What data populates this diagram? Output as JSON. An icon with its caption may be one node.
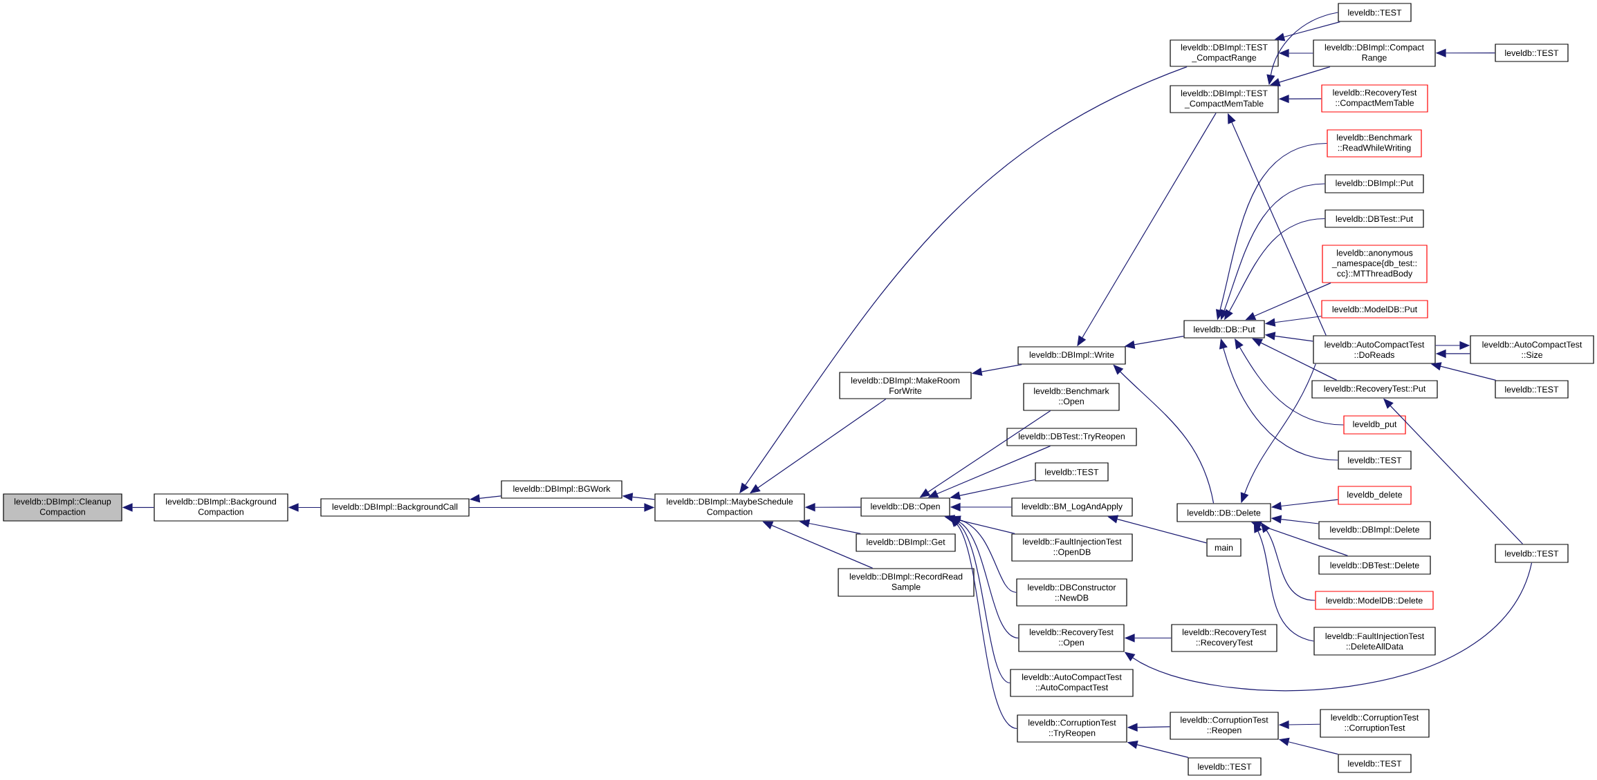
{
  "diagram": {
    "nodes": [
      {
        "text": [
          "leveldb::DBImpl::Cleanup Compaction"
        ]
      },
      {
        "text": [
          "leveldb::DBImpl::Background Compaction"
        ]
      },
      {
        "text": [
          "leveldb::DBImpl::BackgroundCall"
        ]
      },
      {
        "text": [
          "leveldb::DBImpl::BGWork"
        ]
      },
      {
        "text": [
          "leveldb::DBImpl::MaybeSchedule Compaction"
        ]
      },
      {
        "text": [
          "leveldb::DBImpl::TEST _CompactRange"
        ]
      },
      {
        "text": [
          "leveldb::DBImpl::TEST _CompactMemTable"
        ]
      },
      {
        "text": [
          "leveldb::TEST"
        ]
      },
      {
        "text": [
          "leveldb::DBImpl::Compact Range"
        ]
      },
      {
        "text": [
          "leveldb::TEST"
        ]
      },
      {
        "text": [
          "leveldb::RecoveryTest ::CompactMemTable"
        ]
      },
      {
        "text": [
          "leveldb::Benchmark ::ReadWhileWriting"
        ]
      },
      {
        "text": [
          "leveldb::DBImpl::Put"
        ]
      },
      {
        "text": [
          "leveldb::DBTest::Put"
        ]
      },
      {
        "text": [
          "leveldb::anonymous _namespace{db_test:: cc}::MTThreadBody"
        ]
      },
      {
        "text": [
          "leveldb::ModelDB::Put"
        ]
      },
      {
        "text": [
          "leveldb::DB::Put"
        ]
      },
      {
        "text": [
          "leveldb::DBImpl::Write"
        ]
      },
      {
        "text": [
          "leveldb::DBImpl::MakeRoom ForWrite"
        ]
      },
      {
        "text": [
          "leveldb::AutoCompactTest ::DoReads"
        ]
      },
      {
        "text": [
          "leveldb::AutoCompactTest ::Size"
        ]
      },
      {
        "text": [
          "leveldb::RecoveryTest::Put"
        ]
      },
      {
        "text": [
          "leveldb::TEST"
        ]
      },
      {
        "text": [
          "leveldb::Benchmark ::Open"
        ]
      },
      {
        "text": [
          "leveldb::DBTest::TryReopen"
        ]
      },
      {
        "text": [
          "leveldb::TEST"
        ]
      },
      {
        "text": [
          "leveldb::DB::Open"
        ]
      },
      {
        "text": [
          "leveldb::BM_LogAndApply"
        ]
      },
      {
        "text": [
          "leveldb::DBImpl::Get"
        ]
      },
      {
        "text": [
          "leveldb::DBImpl::RecordRead Sample"
        ]
      },
      {
        "text": [
          "leveldb::FaultInjectionTest ::OpenDB"
        ]
      },
      {
        "text": [
          "leveldb::DBConstructor ::NewDB"
        ]
      },
      {
        "text": [
          "leveldb::RecoveryTest ::Open"
        ]
      },
      {
        "text": [
          "leveldb::AutoCompactTest ::AutoCompactTest"
        ]
      },
      {
        "text": [
          "leveldb::CorruptionTest ::TryReopen"
        ]
      },
      {
        "text": [
          "leveldb::TEST"
        ]
      },
      {
        "text": [
          "main"
        ]
      },
      {
        "text": [
          "leveldb::DB::Delete"
        ]
      },
      {
        "text": [
          "leveldb::RecoveryTest ::RecoveryTest"
        ]
      },
      {
        "text": [
          "leveldb::CorruptionTest ::Reopen"
        ]
      },
      {
        "text": [
          "leveldb_put"
        ]
      },
      {
        "text": [
          "leveldb::TEST"
        ]
      },
      {
        "text": [
          "leveldb_delete"
        ]
      },
      {
        "text": [
          "leveldb::DBImpl::Delete"
        ]
      },
      {
        "text": [
          "leveldb::DBTest::Delete"
        ]
      },
      {
        "text": [
          "leveldb::ModelDB::Delete"
        ]
      },
      {
        "text": [
          "leveldb::FaultInjectionTest ::DeleteAllData"
        ]
      },
      {
        "text": [
          "leveldb::CorruptionTest ::CorruptionTest"
        ]
      },
      {
        "text": [
          "leveldb::TEST"
        ]
      },
      {
        "text": [
          "leveldb::TEST"
        ]
      }
    ],
    "edges": [
      {
        "from": 1,
        "to": 0,
        "arrow": "to"
      },
      {
        "from": 2,
        "to": 1,
        "arrow": "to"
      },
      {
        "from": 3,
        "to": 2,
        "arrow": "to"
      },
      {
        "from": 4,
        "to": 3,
        "arrow": "to"
      },
      {
        "from": 2,
        "to": 4,
        "arrow": "to"
      },
      {
        "from": 5,
        "to": 4,
        "arrow": "to"
      },
      {
        "from": 18,
        "to": 4,
        "arrow": "to"
      },
      {
        "from": 26,
        "to": 4,
        "arrow": "to"
      },
      {
        "from": 28,
        "to": 4,
        "arrow": "to"
      },
      {
        "from": 29,
        "to": 4,
        "arrow": "to"
      },
      {
        "from": 7,
        "to": 5,
        "arrow": "to"
      },
      {
        "from": 8,
        "to": 5,
        "arrow": "to"
      },
      {
        "from": 7,
        "to": 6,
        "arrow": "to"
      },
      {
        "from": 8,
        "to": 6,
        "arrow": "to"
      },
      {
        "from": 10,
        "to": 6,
        "arrow": "to"
      },
      {
        "from": 19,
        "to": 6,
        "arrow": "to"
      },
      {
        "from": 9,
        "to": 8,
        "arrow": "to"
      },
      {
        "from": 17,
        "to": 18,
        "arrow": "to"
      },
      {
        "from": 6,
        "to": 17,
        "arrow": "to"
      },
      {
        "from": 16,
        "to": 17,
        "arrow": "to"
      },
      {
        "from": 37,
        "to": 17,
        "arrow": "to"
      },
      {
        "from": 11,
        "to": 16,
        "arrow": "to"
      },
      {
        "from": 12,
        "to": 16,
        "arrow": "to"
      },
      {
        "from": 13,
        "to": 16,
        "arrow": "to"
      },
      {
        "from": 14,
        "to": 16,
        "arrow": "to"
      },
      {
        "from": 15,
        "to": 16,
        "arrow": "to"
      },
      {
        "from": 19,
        "to": 16,
        "arrow": "to"
      },
      {
        "from": 21,
        "to": 16,
        "arrow": "to"
      },
      {
        "from": 40,
        "to": 16,
        "arrow": "to"
      },
      {
        "from": 41,
        "to": 16,
        "arrow": "to"
      },
      {
        "from": 19,
        "to": 20,
        "arrow": "to"
      },
      {
        "from": 20,
        "to": 19,
        "arrow": "to"
      },
      {
        "from": 22,
        "to": 19,
        "arrow": "to"
      },
      {
        "from": 49,
        "to": 21,
        "arrow": "to"
      },
      {
        "from": 49,
        "to": 32,
        "arrow": "to"
      },
      {
        "from": 19,
        "to": 37,
        "arrow": "to"
      },
      {
        "from": 42,
        "to": 37,
        "arrow": "to"
      },
      {
        "from": 43,
        "to": 37,
        "arrow": "to"
      },
      {
        "from": 44,
        "to": 37,
        "arrow": "to"
      },
      {
        "from": 45,
        "to": 37,
        "arrow": "to"
      },
      {
        "from": 46,
        "to": 37,
        "arrow": "to"
      },
      {
        "from": 23,
        "to": 26,
        "arrow": "to"
      },
      {
        "from": 24,
        "to": 26,
        "arrow": "to"
      },
      {
        "from": 25,
        "to": 26,
        "arrow": "to"
      },
      {
        "from": 27,
        "to": 26,
        "arrow": "to"
      },
      {
        "from": 30,
        "to": 26,
        "arrow": "to"
      },
      {
        "from": 31,
        "to": 26,
        "arrow": "to"
      },
      {
        "from": 32,
        "to": 26,
        "arrow": "to"
      },
      {
        "from": 33,
        "to": 26,
        "arrow": "to"
      },
      {
        "from": 34,
        "to": 26,
        "arrow": "to"
      },
      {
        "from": 36,
        "to": 27,
        "arrow": "to"
      },
      {
        "from": 38,
        "to": 32,
        "arrow": "to"
      },
      {
        "from": 39,
        "to": 34,
        "arrow": "to"
      },
      {
        "from": 35,
        "to": 34,
        "arrow": "to"
      },
      {
        "from": 47,
        "to": 39,
        "arrow": "to"
      },
      {
        "from": 48,
        "to": 39,
        "arrow": "to"
      }
    ]
  }
}
